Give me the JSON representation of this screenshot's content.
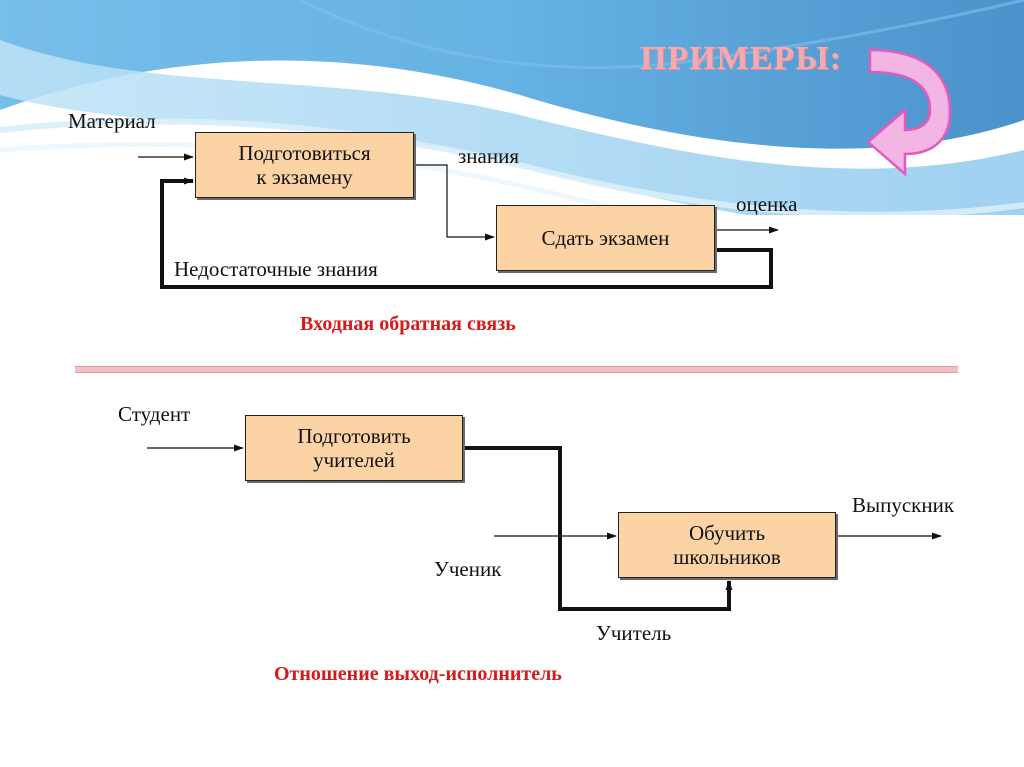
{
  "title": "ПРИМЕРЫ:",
  "diagram1": {
    "input_label": "Материал",
    "box1": [
      "Подготовиться",
      "к экзамену"
    ],
    "mid_label": "знания",
    "box2": [
      "Сдать экзамен"
    ],
    "output_label": "оценка",
    "feedback_label": "Недостаточные знания",
    "caption": "Входная обратная связь"
  },
  "diagram2": {
    "input_label": "Студент",
    "box1": [
      "Подготовить",
      "учителей"
    ],
    "box2": [
      "Обучить",
      "школьников"
    ],
    "side_input_label": "Ученик",
    "output_label": "Выпускник",
    "link_label": "Учитель",
    "caption": "Отношение выход-исполнитель"
  },
  "colors": {
    "box_fill": "#fbd3a5",
    "caption": "#d41a1a",
    "title": "#f5a9b0",
    "arrow_icon": "#f19ad8"
  }
}
